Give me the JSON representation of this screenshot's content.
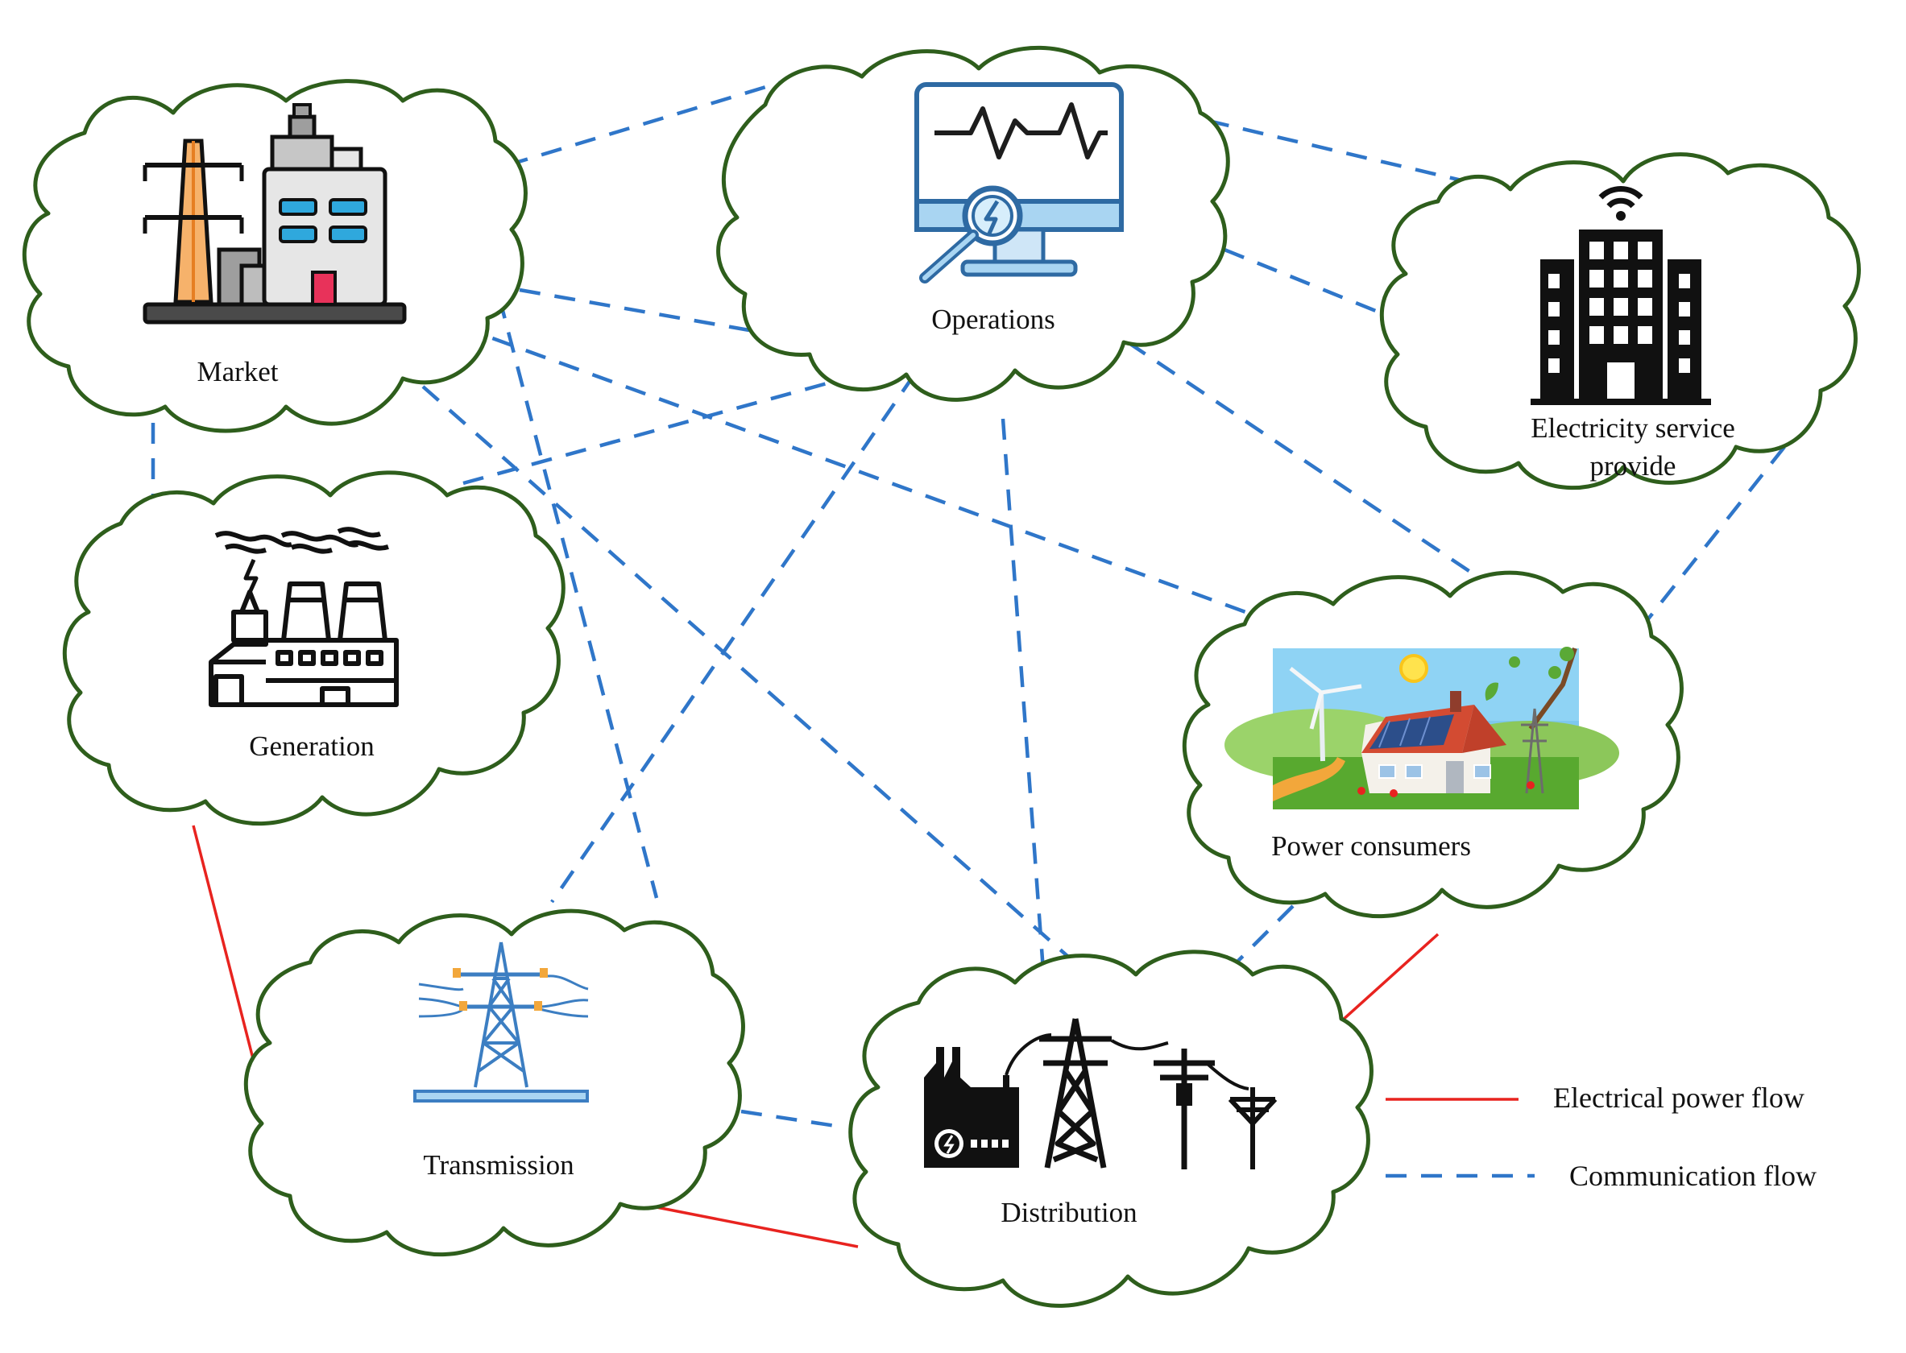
{
  "nodes": {
    "market": {
      "label": "Market"
    },
    "operations": {
      "label": "Operations"
    },
    "esp": {
      "label_line1": "Electricity service",
      "label_line2": "provide"
    },
    "generation": {
      "label": "Generation"
    },
    "consumers": {
      "label": "Power consumers"
    },
    "transmission": {
      "label": "Transmission"
    },
    "distribution": {
      "label": "Distribution"
    }
  },
  "legend": {
    "power_label": "Electrical power flow",
    "comm_label": "Communication flow"
  },
  "colors": {
    "cloud_outline": "#2e5e1c",
    "communication": "#2f76c9",
    "power": "#e8231f"
  },
  "icons": {
    "market": "power-plant-and-tower-icon",
    "operations": "monitor-analysis-icon",
    "esp": "office-building-wifi-icon",
    "generation": "factory-icon",
    "consumers": "solar-house-wind-turbine-icon",
    "transmission": "transmission-tower-icon",
    "distribution": "distribution-grid-icon"
  }
}
